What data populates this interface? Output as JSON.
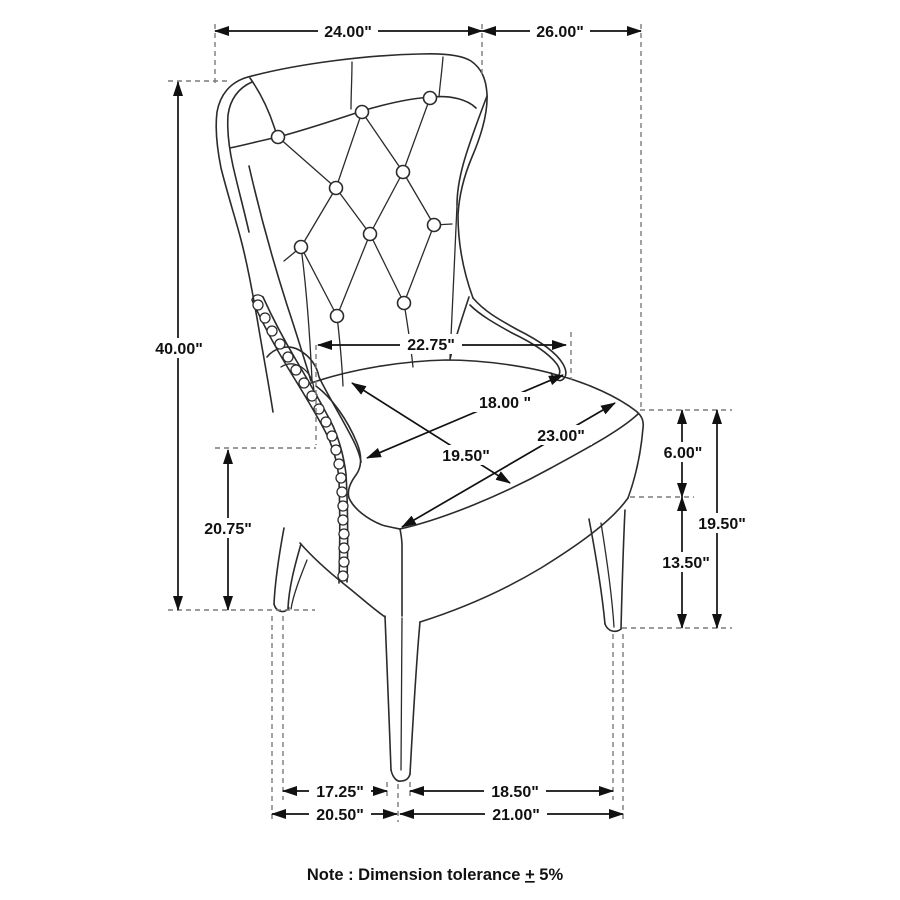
{
  "figure": {
    "type": "furniture-dimension-diagram",
    "subject": "tufted wingback dining chair line drawing with dimension annotations",
    "background_color": "#ffffff",
    "line_color": "#2b2b2b",
    "dashed_reference_color": "#7a7a7a",
    "dimension_text_color": "#111111"
  },
  "dims": {
    "top_back_width": "24.00\"",
    "top_overall_depth": "26.00\"",
    "overall_height": "40.00\"",
    "back_inner_width": "22.75\"",
    "seat_depth": "18.00 \"",
    "seat_front_width": "23.00\"",
    "seat_width": "19.50\"",
    "arm_height": "20.75\"",
    "cushion_thickness": "6.00\"",
    "seat_height": "19.50\"",
    "leg_height": "13.50\"",
    "front_leg_span": "17.25\"",
    "side_leg_span": "18.50\"",
    "base_front_width": "20.50\"",
    "base_side_depth": "21.00\""
  },
  "note": {
    "prefix": "Note : Dimension tolerance ",
    "plus_minus": "+",
    "suffix": " 5%"
  }
}
